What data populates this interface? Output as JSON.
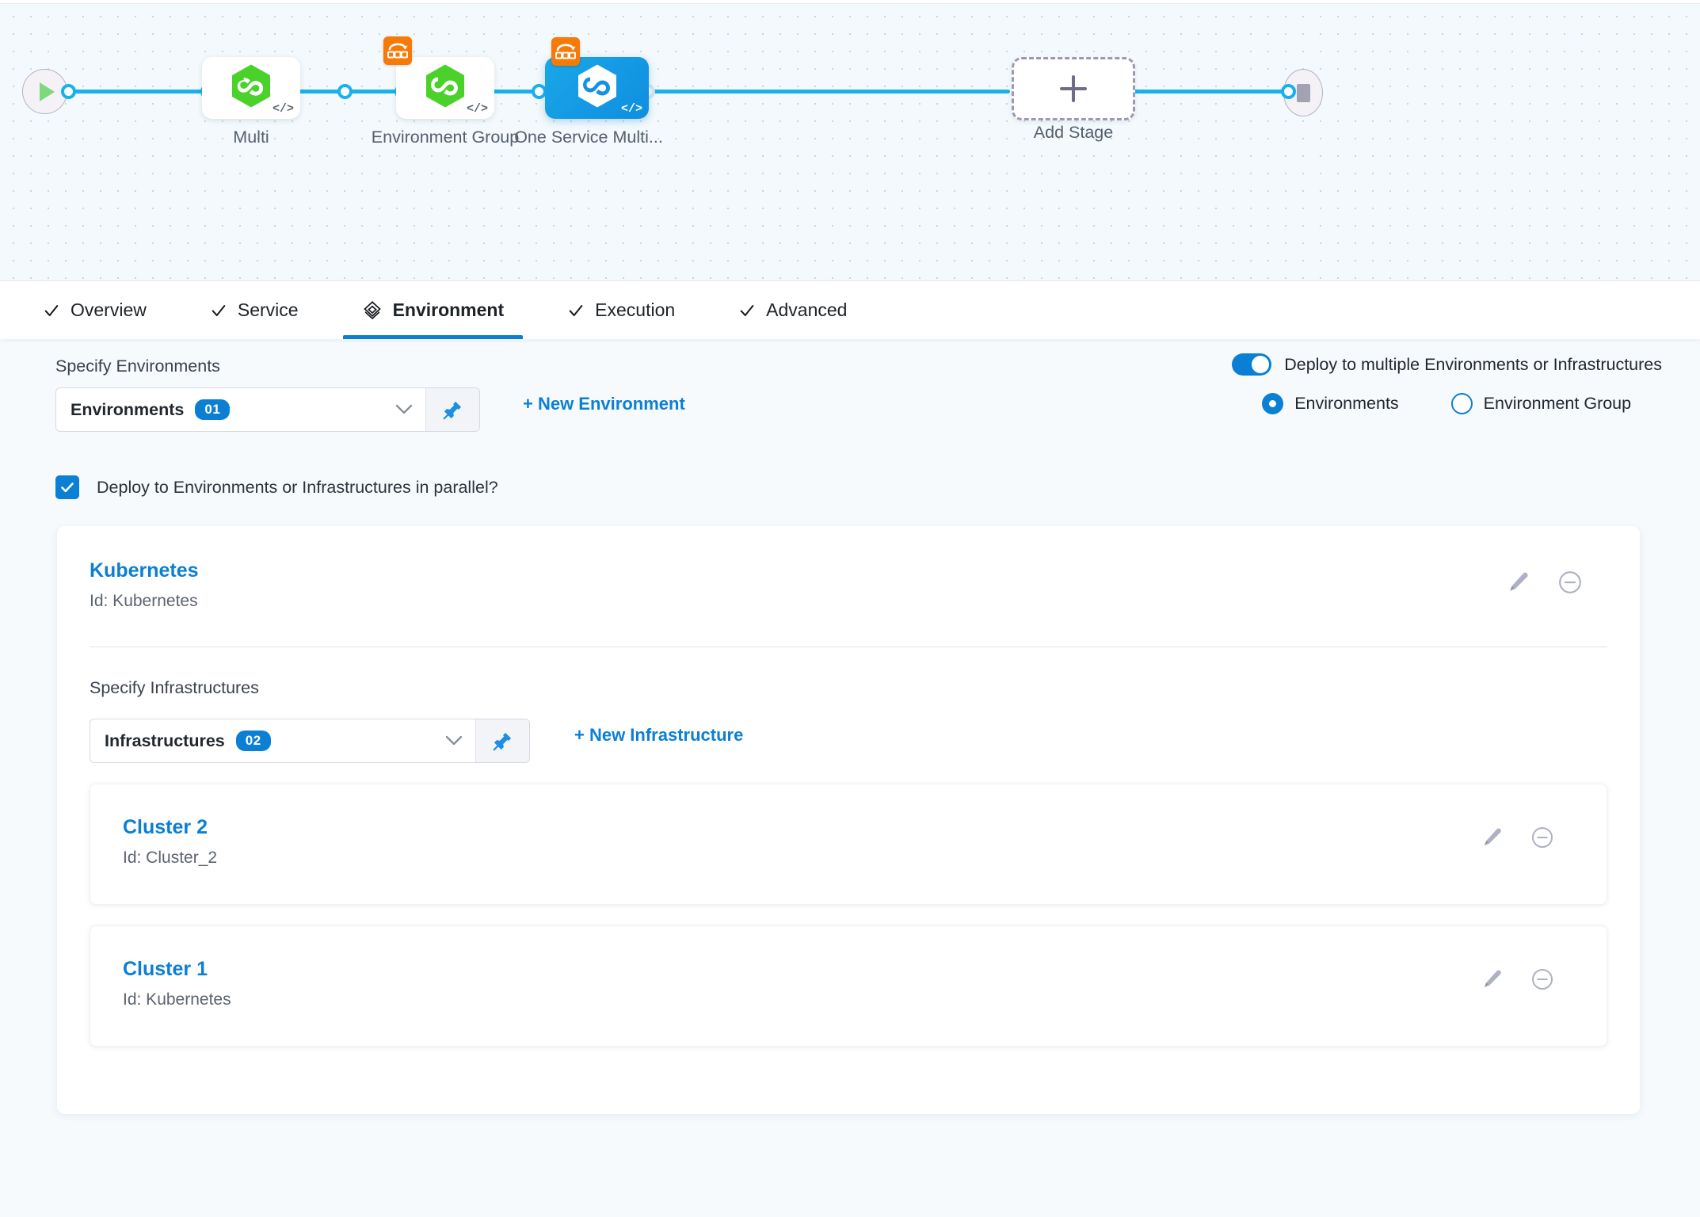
{
  "pipeline": {
    "start_icon": "play-icon",
    "end_icon": "stop-icon",
    "stages": [
      {
        "label": "Multi",
        "icon": "harness-hexagon-icon",
        "selected": false,
        "badge": null,
        "code_tag": "</>"
      },
      {
        "label": "Environment Group",
        "icon": "harness-hexagon-icon",
        "selected": false,
        "badge": "matrix-looping-icon",
        "code_tag": "</>"
      },
      {
        "label": "One Service Multi...",
        "icon": "harness-hexagon-icon",
        "selected": true,
        "badge": "matrix-looping-icon",
        "code_tag": "</>"
      }
    ],
    "add_stage": {
      "label": "Add Stage",
      "icon": "plus-icon"
    }
  },
  "tabs": [
    {
      "label": "Overview",
      "icon": "check-icon",
      "active": false
    },
    {
      "label": "Service",
      "icon": "check-icon",
      "active": false
    },
    {
      "label": "Environment",
      "icon": "environment-layers-icon",
      "active": true
    },
    {
      "label": "Execution",
      "icon": "check-icon",
      "active": false
    },
    {
      "label": "Advanced",
      "icon": "check-icon",
      "active": false
    }
  ],
  "environment_section": {
    "specify_label": "Specify Environments",
    "select": {
      "text": "Environments",
      "count": "01",
      "chevron": "chevron-down-icon",
      "pin": "pin-icon"
    },
    "new_link": "+ New Environment",
    "parallel_checkbox": {
      "label": "Deploy to Environments or Infrastructures in parallel?",
      "checked": true
    }
  },
  "deploy_options": {
    "toggle": {
      "label": "Deploy to multiple Environments or Infrastructures",
      "on": true
    },
    "radios": [
      {
        "label": "Environments",
        "selected": true
      },
      {
        "label": "Environment Group",
        "selected": false
      }
    ]
  },
  "environment_card": {
    "name": "Kubernetes",
    "id_text": "Id: Kubernetes",
    "edit_icon": "pencil-icon",
    "remove_icon": "minus-circle-icon",
    "infrastructures": {
      "label": "Specify Infrastructures",
      "select": {
        "text": "Infrastructures",
        "count": "02",
        "chevron": "chevron-down-icon",
        "pin": "pin-icon"
      },
      "new_link": "+ New Infrastructure",
      "items": [
        {
          "name": "Cluster 2",
          "id_text": "Id: Cluster_2",
          "edit_icon": "pencil-icon",
          "remove_icon": "minus-circle-icon"
        },
        {
          "name": "Cluster 1",
          "id_text": "Id: Kubernetes",
          "edit_icon": "pencil-icon",
          "remove_icon": "minus-circle-icon"
        }
      ]
    }
  },
  "colors": {
    "accent_blue": "#0b7fd4",
    "edge_blue": "#19b0f0",
    "badge_orange": "#f77a06",
    "node_green": "#4ad12a",
    "canvas_bg": "#f3f9fc",
    "page_bg": "#f6fafd"
  }
}
